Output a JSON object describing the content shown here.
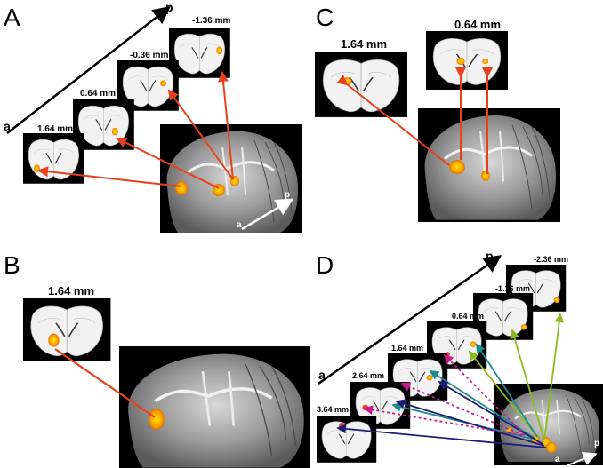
{
  "panels": {
    "A": {
      "letter": "A",
      "slice_labels": [
        "-1.36 mm",
        "-0.36 mm",
        "0.64 mm",
        "1.64 mm"
      ],
      "axis_start": "a",
      "axis_end": "p",
      "brain_axis_start": "a",
      "brain_axis_end": "p"
    },
    "B": {
      "letter": "B",
      "slice_labels": [
        "1.64 mm"
      ]
    },
    "C": {
      "letter": "C",
      "slice_labels": [
        "1.64 mm",
        "0.64 mm"
      ]
    },
    "D": {
      "letter": "D",
      "slice_labels": [
        "-2.36 mm",
        "-1.36 mm",
        "0.64 mm",
        "1.64 mm",
        "2.64 mm",
        "3.64 mm"
      ],
      "axis_start": "a",
      "axis_end": "p",
      "brain_axis_start": "a",
      "brain_axis_end": "p"
    }
  },
  "colors": {
    "arrow_red": "#e8401c",
    "arrow_magenta": "#c8188c",
    "arrow_navy": "#1c1c78",
    "arrow_teal": "#1c8c8c",
    "arrow_lime": "#8cbc1c",
    "activation": "#f5a400",
    "activation_core": "#ffe000"
  }
}
